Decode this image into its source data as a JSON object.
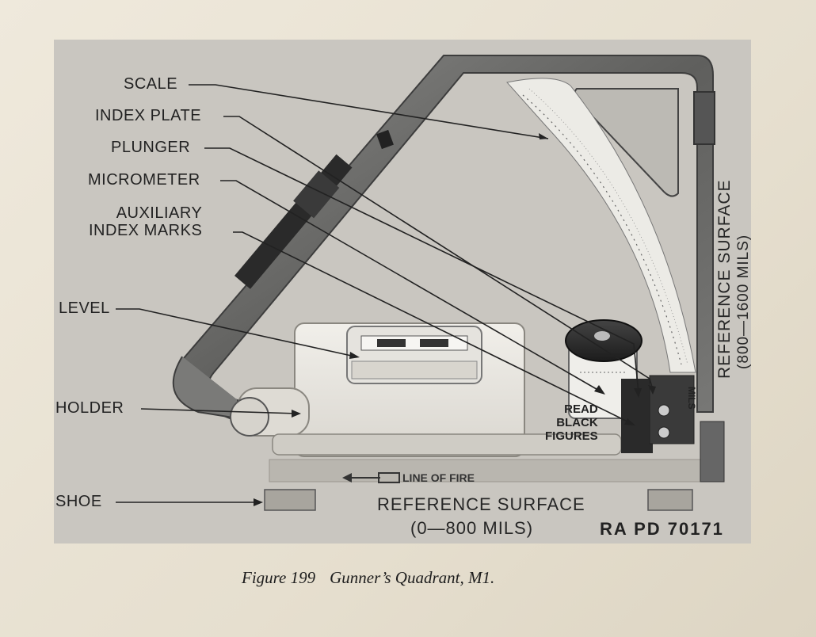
{
  "figure": {
    "caption_number": "Figure 199",
    "caption_title": "Gunner’s Quadrant, M1.",
    "plate_id": "RA PD 70171"
  },
  "callouts": {
    "scale": "SCALE",
    "index_plate": "INDEX PLATE",
    "plunger": "PLUNGER",
    "micrometer": "MICROMETER",
    "auxiliary_index_marks": "AUXILIARY\nINDEX MARKS",
    "level": "LEVEL",
    "holder": "HOLDER",
    "shoe": "SHOE"
  },
  "in_image_labels": {
    "reference_surface_bottom": "REFERENCE SURFACE",
    "reference_surface_bottom_range": "(0—800 MILS)",
    "reference_surface_right": "REFERENCE SURFACE",
    "reference_surface_right_range": "(800—1600 MILS)",
    "line_of_fire": "LINE OF FIRE",
    "read_black_figures": "READ\nBLACK\nFIGURES",
    "mils_tag": "MILS"
  },
  "colors": {
    "page": "#ece6d8",
    "photo_bg": "#c9c6c0",
    "metal_dark": "#6e6e6e",
    "metal_light": "#e9e7e2",
    "ink": "#222222"
  }
}
